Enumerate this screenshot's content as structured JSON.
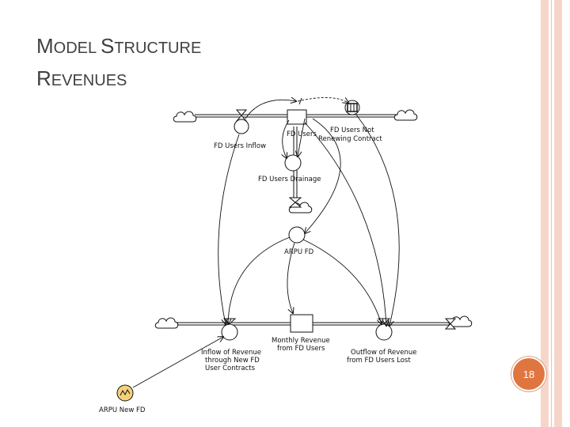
{
  "slide": {
    "title_line1": {
      "cap": "M",
      "rest": "ODEL ",
      "cap2": "S",
      "rest2": "TRUCTURE"
    },
    "title_line2": {
      "cap": "R",
      "rest": "EVENUES"
    },
    "page_number": "18"
  },
  "diagram": {
    "stocks": {
      "fd_users": "FD Users",
      "monthly_revenue": [
        "Monthly Revenue",
        "from FD Users"
      ]
    },
    "flows": {
      "fd_users_inflow": "FD Users Inflow",
      "fd_users_not_renewing": [
        "FD Users Not",
        "Renewing Contract"
      ],
      "inflow_revenue": [
        "Inflow of Revenue",
        "through New FD",
        "User Contracts"
      ],
      "outflow_revenue": [
        "Outflow of Revenue",
        "from FD Users Lost"
      ]
    },
    "auxiliaries": {
      "fd_users_drainage": "FD Users Drainage",
      "arpu_fd": "ARPU FD",
      "arpu_new_fd": "ARPU  New FD"
    }
  },
  "colors": {
    "accent": "#e0763f",
    "rail": "#f6d6c9",
    "lookup_fill": "#f3d27a"
  }
}
